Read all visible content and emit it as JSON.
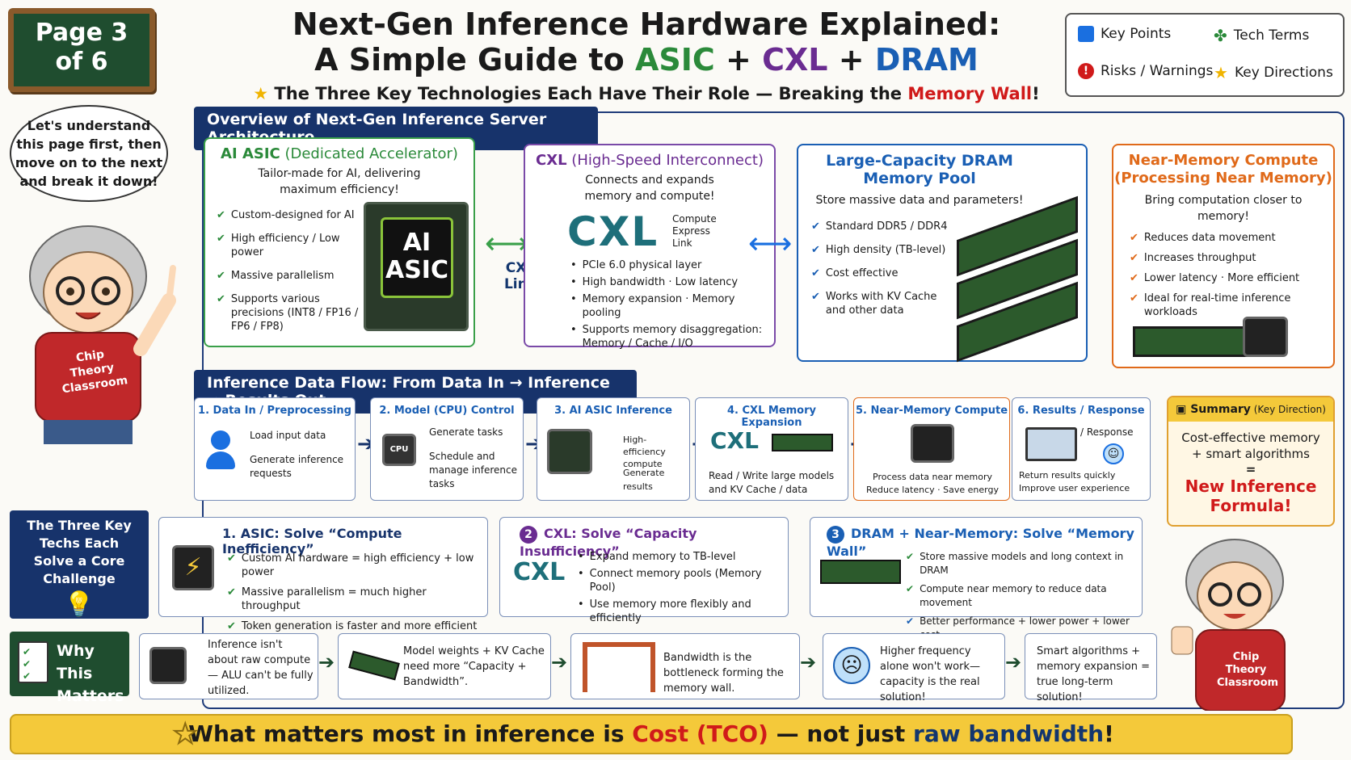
{
  "page_badge": {
    "line1": "Page 3",
    "line2": "of 6"
  },
  "title": {
    "line1": "Next-Gen Inference Hardware Explained:",
    "line2_prefix": "A Simple Guide to ",
    "asic": "ASIC",
    "plus1": " + ",
    "cxl": "CXL",
    "plus2": " + ",
    "dram": "DRAM"
  },
  "subtitle": {
    "lead": "The Three Key Technologies Each Have Their Role —  Breaking the ",
    "highlight": "Memory Wall",
    "tail": "!"
  },
  "legend": {
    "key_points": "Key Points",
    "tech_terms": "Tech Terms",
    "risks": "Risks / Warnings",
    "directions": "Key Directions"
  },
  "speech": "Let's understand this page first, then move on to the next and break it down!",
  "mascot_shirt": "Chip Theory Classroom",
  "overview": {
    "bar": "Overview of Next-Gen Inference Server Architecture",
    "asic": {
      "title": "AI ASIC",
      "title_paren": " (Dedicated Accelerator)",
      "sub": "Tailor-made for AI, delivering maximum efficiency!",
      "chip_label": "AI ASIC",
      "items": [
        "Custom-designed for AI",
        "High efficiency / Low power",
        "Massive parallelism",
        "Supports various precisions (INT8 / FP16 / FP6 / FP8)"
      ]
    },
    "link_label": "CXL Link",
    "cxl": {
      "title": "CXL",
      "title_paren": " (High-Speed Interconnect)",
      "sub": "Connects and expands memory and compute!",
      "logo": "CXL",
      "logo_sub": "Compute Express Link",
      "items": [
        "PCIe 6.0 physical layer",
        "High bandwidth · Low latency",
        "Memory expansion · Memory pooling",
        "Supports memory disaggregation: Memory / Cache / I/O"
      ]
    },
    "dram": {
      "title": "Large-Capacity DRAM Memory Pool",
      "sub": "Store massive data and parameters!",
      "items": [
        "Standard DDR5 / DDR4",
        "High density (TB-level)",
        "Cost effective",
        "Works with KV Cache and other data"
      ]
    },
    "nmc": {
      "title": "Near-Memory Compute (Processing Near Memory)",
      "sub": "Bring computation closer to memory!",
      "items": [
        "Reduces data movement",
        "Increases throughput",
        "Lower latency · More efficient",
        "Ideal for real-time inference workloads"
      ]
    }
  },
  "flow": {
    "bar": "Inference Data Flow: From Data In → Inference → Results Out",
    "steps": [
      {
        "title": "1. Data In / Preprocessing",
        "a": "Load input data",
        "b": "Generate inference requests"
      },
      {
        "title": "2. Model (CPU) Control",
        "icon": "CPU",
        "a": "Generate tasks",
        "b": "Schedule and manage inference tasks"
      },
      {
        "title": "3. AI ASIC Inference",
        "a": "High-efficiency compute",
        "b": "Generate results"
      },
      {
        "title": "4. CXL Memory Expansion",
        "logo": "CXL",
        "a": "Read / Write large models and KV Cache / data"
      },
      {
        "title": "5. Near-Memory Compute",
        "a": "Process data near memory",
        "b": "Reduce latency · Save energy"
      },
      {
        "title": "6. Results / Response",
        "a": "/ Response",
        "b": "Return results quickly",
        "c": "Improve user experience"
      }
    ]
  },
  "summary": {
    "title": "Summary",
    "title_paren": " (Key Direction)",
    "line1": "Cost-effective memory + smart algorithms",
    "eq": "=",
    "formula": "New Inference Formula!"
  },
  "challenges": {
    "side": "The Three Key Techs Each Solve a Core Challenge",
    "asic": {
      "title": "1. ASIC:  Solve “Compute Inefficiency”",
      "items": [
        "Custom AI hardware = high efficiency + low power",
        "Massive parallelism = much higher throughput",
        "Token generation is faster and more efficient"
      ]
    },
    "cxl": {
      "num": "2",
      "title": "CXL:  Solve “Capacity Insufficiency”",
      "logo": "CXL",
      "items": [
        "Expand memory to TB-level",
        "Connect memory pools (Memory Pool)",
        "Use memory more flexibly and efficiently"
      ]
    },
    "dram": {
      "num": "3",
      "title": "DRAM + Near-Memory:  Solve “Memory Wall”",
      "items": [
        "Store massive models and long context in DRAM",
        "Compute near memory to reduce data movement",
        "Better performance + lower power + lower cost"
      ]
    }
  },
  "why": {
    "side": "Why This Matters",
    "items": [
      "Inference isn't about raw compute— ALU can't be fully utilized.",
      "Model weights + KV Cache need more “Capacity + Bandwidth”.",
      "Bandwidth is the bottleneck forming the memory wall.",
      "Higher frequency alone won't work—capacity is the real solution!",
      "Smart algorithms + memory expansion = true long-term solution!"
    ]
  },
  "bottom": {
    "lead": "What matters most in inference is ",
    "cost": "Cost (TCO)",
    "mid": " — not just ",
    "bw": "raw bandwidth",
    "tail": "!"
  },
  "colors": {
    "navy": "#17336b",
    "green": "#2b8a3a",
    "purple": "#6a2c91",
    "blue": "#1a5fb4",
    "red": "#d01a1a",
    "orange": "#e06a1a",
    "gold": "#f4c93a"
  }
}
